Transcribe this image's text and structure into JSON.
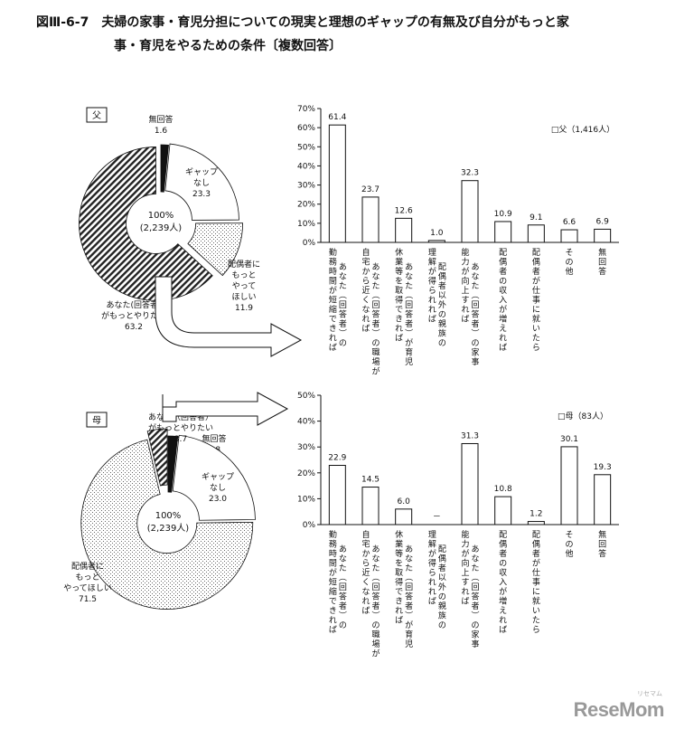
{
  "title": {
    "line1": "図Ⅲ-6-7　夫婦の家事・育児分担についての現実と理想のギャップの有無及び自分がもっと家",
    "line2": "事・育児をやるための条件〔複数回答〕"
  },
  "categories": [
    [
      "勤務時間が短縮できれば",
      "あなた(回答者)の"
    ],
    [
      "自宅から近くなれば",
      "あなた(回答者)の職場が"
    ],
    [
      "休業等を取得できれば",
      "あなた(回答者)が育児"
    ],
    [
      "理解が得られれば",
      "配偶者以外の親族の"
    ],
    [
      "能力が向上すれば",
      "あなた(回答者)の家事"
    ],
    [
      "配偶者の収入が増えれば"
    ],
    [
      "配偶者が仕事に就いたら"
    ],
    [
      "その他"
    ],
    [
      "無回答"
    ]
  ],
  "chart_data": [
    {
      "type": "pie",
      "panel": "父",
      "center": [
        "100%",
        "(2,239人)"
      ],
      "slices": [
        {
          "label": [
            "無回答",
            "1.6"
          ],
          "value": 1.6,
          "pattern": "black"
        },
        {
          "label": [
            "ギャップ",
            "なし",
            "23.3"
          ],
          "value": 23.3,
          "pattern": "white"
        },
        {
          "label": [
            "配偶者に",
            "もっと",
            "やって",
            "ほしい",
            "11.9"
          ],
          "value": 11.9,
          "pattern": "dots"
        },
        {
          "label": [
            "あなた(回答者)",
            "がもっとやりたい",
            "63.2"
          ],
          "value": 63.2,
          "pattern": "stripes"
        }
      ]
    },
    {
      "type": "bar",
      "legend": "□父（1,416人）",
      "ylim": [
        0,
        70
      ],
      "yticks": [
        "0%",
        "10%",
        "20%",
        "30%",
        "40%",
        "50%",
        "60%",
        "70%"
      ],
      "values": [
        61.4,
        23.7,
        12.6,
        1.0,
        32.3,
        10.9,
        9.1,
        6.6,
        6.9
      ],
      "labels": [
        "61.4",
        "23.7",
        "12.6",
        "1.0",
        "32.3",
        "10.9",
        "9.1",
        "6.6",
        "6.9"
      ]
    },
    {
      "type": "pie",
      "panel": "母",
      "center": [
        "100%",
        "(2,239人)"
      ],
      "slices": [
        {
          "label": [
            "無回答",
            "1.8"
          ],
          "value": 1.8,
          "pattern": "black"
        },
        {
          "label": [
            "ギャップ",
            "なし",
            "23.0"
          ],
          "value": 23.0,
          "pattern": "white"
        },
        {
          "label": [
            "配偶者に",
            "もっと",
            "やってほしい",
            "71.5"
          ],
          "value": 71.5,
          "pattern": "dots"
        },
        {
          "label": [
            "あなた（回答者）",
            "がもっとやりたい",
            "3.7"
          ],
          "value": 3.7,
          "pattern": "stripes"
        }
      ]
    },
    {
      "type": "bar",
      "legend": "□母（83人）",
      "ylim": [
        0,
        50
      ],
      "yticks": [
        "0%",
        "10%",
        "20%",
        "30%",
        "40%",
        "50%"
      ],
      "values": [
        22.9,
        14.5,
        6.0,
        0,
        31.3,
        10.8,
        1.2,
        30.1,
        19.3
      ],
      "labels": [
        "22.9",
        "14.5",
        "6.0",
        "－",
        "31.3",
        "10.8",
        "1.2",
        "30.1",
        "19.3"
      ]
    }
  ],
  "brand": "ReseMom",
  "brand_sub": "リセマム"
}
